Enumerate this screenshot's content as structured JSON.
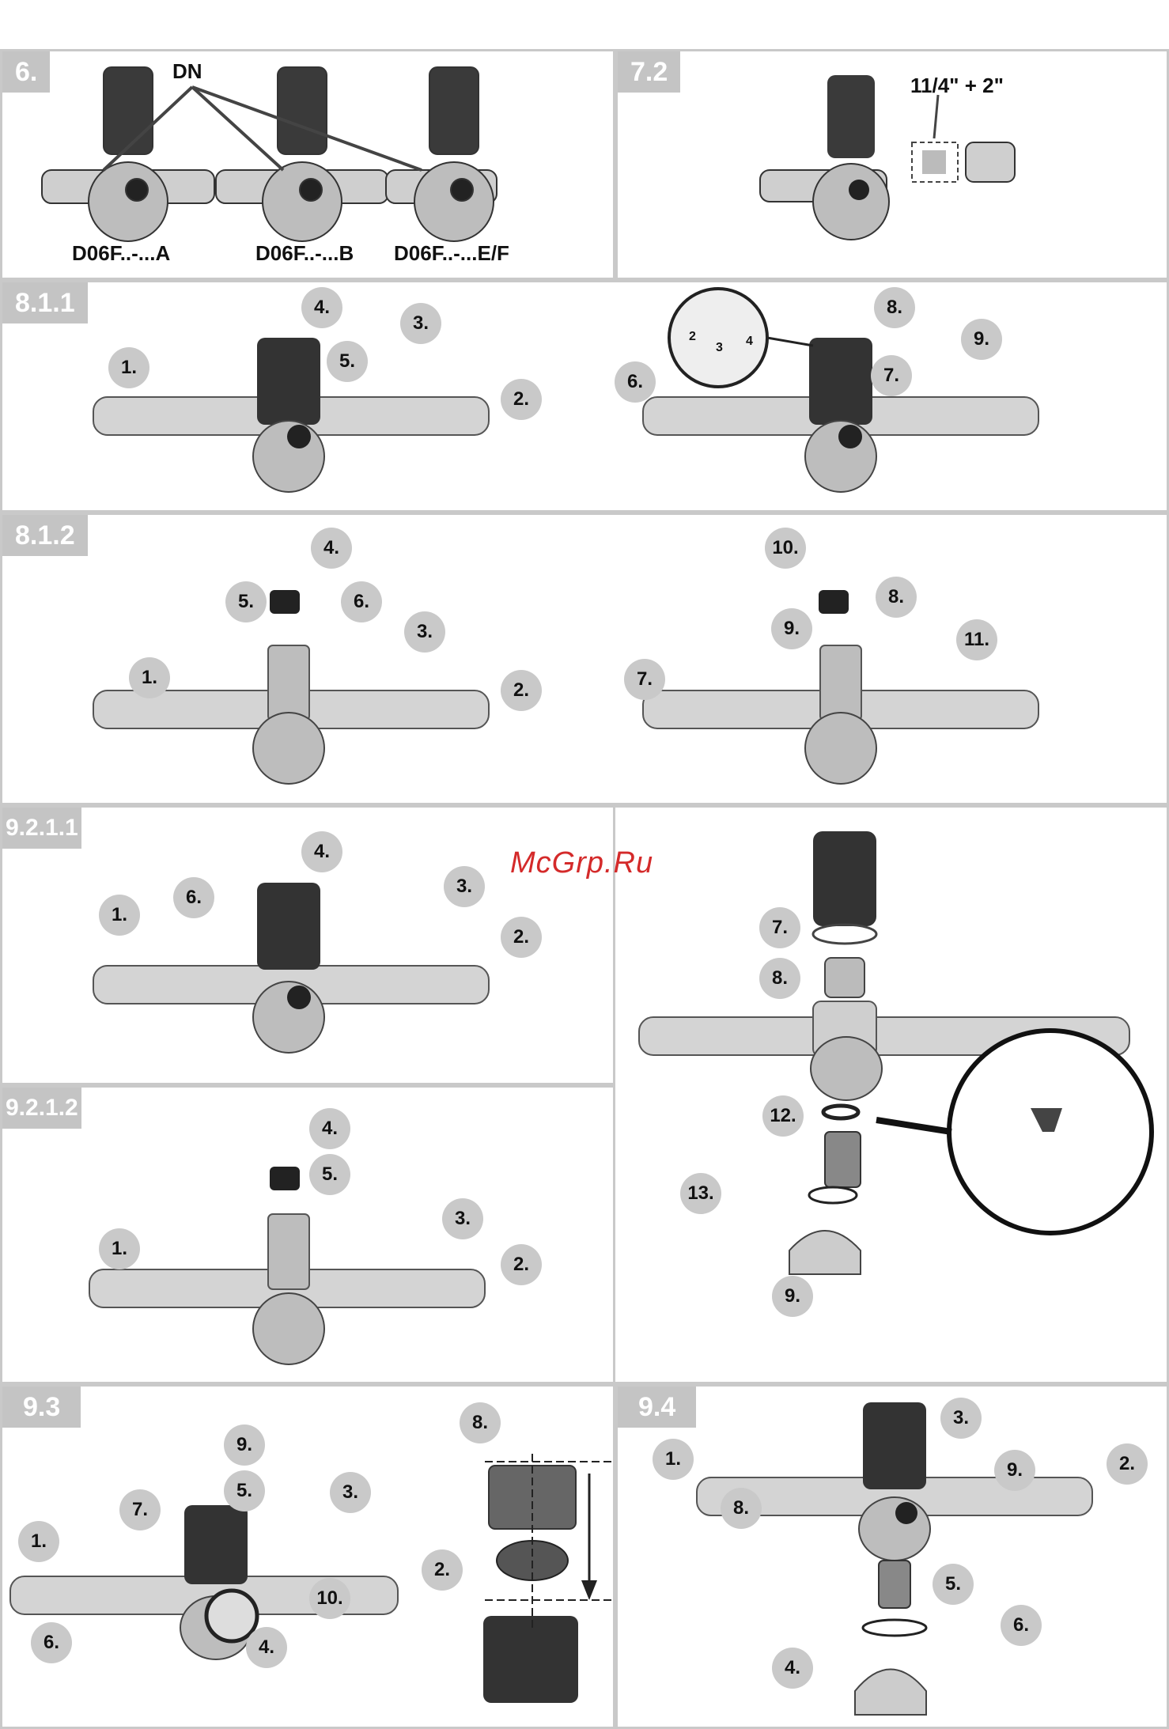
{
  "panels": {
    "p6": {
      "tag": "6.",
      "callout": "DN",
      "models": [
        "D06F..-...A",
        "D06F..-...B",
        "D06F..-...E/F"
      ]
    },
    "p72": {
      "tag": "7.2",
      "size": "11/4\" + 2\""
    },
    "p811": {
      "tag": "8.1.1",
      "steps_left": [
        "1.",
        "2.",
        "3.",
        "4.",
        "5."
      ],
      "steps_right": [
        "6.",
        "7.",
        "8.",
        "9."
      ],
      "dial": [
        "2",
        "3",
        "4"
      ]
    },
    "p812": {
      "tag": "8.1.2",
      "steps_left": [
        "1.",
        "2.",
        "3.",
        "4.",
        "5.",
        "6."
      ],
      "steps_right": [
        "7.",
        "8.",
        "9.",
        "10.",
        "11."
      ]
    },
    "p9211": {
      "tag": "9.2.1.1",
      "steps": [
        "1.",
        "2.",
        "3.",
        "4.",
        "6."
      ]
    },
    "p9212": {
      "tag": "9.2.1.2",
      "steps": [
        "1.",
        "2.",
        "3.",
        "4.",
        "5."
      ]
    },
    "pfilter": {
      "steps": [
        "7.",
        "8.",
        "12.",
        "13.",
        "9."
      ]
    },
    "p93": {
      "tag": "9.3",
      "steps": [
        "1.",
        "2.",
        "3.",
        "4.",
        "5.",
        "6.",
        "7.",
        "8.",
        "9.",
        "10."
      ]
    },
    "p94": {
      "tag": "9.4",
      "steps": [
        "1.",
        "2.",
        "3.",
        "4.",
        "5.",
        "6.",
        "8.",
        "9."
      ]
    }
  },
  "watermark": "McGrp.Ru"
}
